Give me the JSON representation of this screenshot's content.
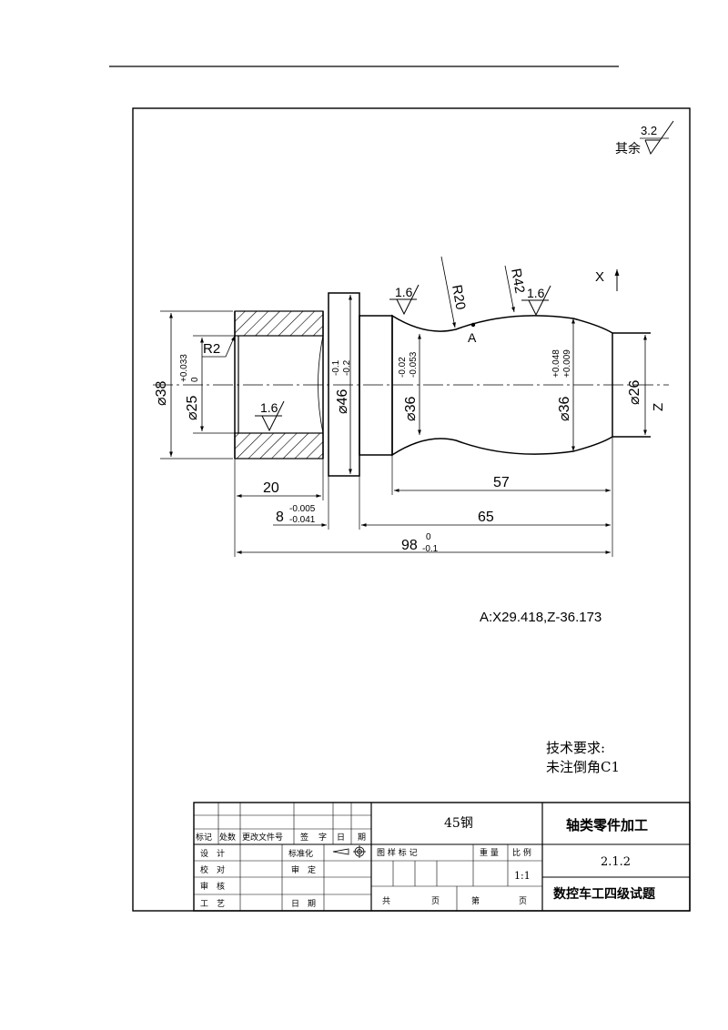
{
  "roughness": {
    "general": {
      "label": "其余",
      "value": "3.2"
    },
    "marks": [
      "1.6",
      "1.6",
      "1.6"
    ]
  },
  "axes": {
    "x": "X",
    "z": "Z"
  },
  "dims": {
    "d38": "38",
    "d25": {
      "value": "25",
      "tol_upper": "+0.033",
      "tol_lower": "0"
    },
    "r2": "R2",
    "d46": {
      "value": "46",
      "tol_upper": "-0.1",
      "tol_lower": "-0.2"
    },
    "d36_left": {
      "value": "36",
      "tol_upper": "-0.02",
      "tol_lower": "-0.053"
    },
    "d36_right": {
      "value": "36",
      "tol_upper": "+0.048",
      "tol_lower": "+0.009"
    },
    "d26": "26",
    "r20": "R20",
    "r42": "R42",
    "point_a": "A",
    "len20": "20",
    "len8": {
      "value": "8",
      "tol_upper": "-0.005",
      "tol_lower": "-0.041"
    },
    "len57": "57",
    "len65": "65",
    "len98": {
      "value": "98",
      "tol_upper": "0",
      "tol_lower": "-0.1"
    }
  },
  "coord_note": "A:X29.418,Z-36.173",
  "tech_req": {
    "title": "技术要求:",
    "line1": "未注倒角C1"
  },
  "title_block": {
    "hdr": [
      "标记",
      "处数",
      "更改文件号",
      "签",
      "字",
      "日",
      "期"
    ],
    "design": "设　计",
    "check": "校　对",
    "review": "审　核",
    "process": "工　艺",
    "standardize": "标准化",
    "approve": "审　定",
    "date": "日　期",
    "material": "45钢",
    "name": "轴类零件加工",
    "mark_label": "图 样 标 记",
    "weight_label": "重 量",
    "scale_label": "比 例",
    "scale": "1:1",
    "code": "2.1.2",
    "total_label": "共",
    "page_label": "页",
    "no_label": "第",
    "page_label2": "页",
    "exam": "数控车工四级试题"
  }
}
